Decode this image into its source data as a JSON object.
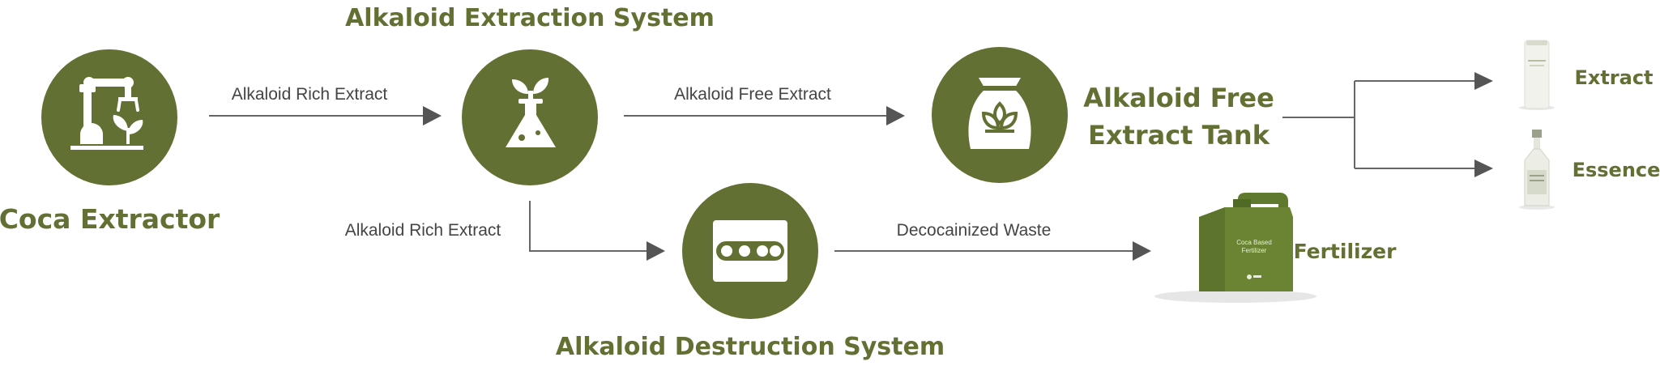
{
  "colors": {
    "primary": "#627033",
    "arrow": "#666666",
    "edge_text": "#444444",
    "white": "#ffffff",
    "bottle_light": "#eef0e8",
    "bottle_dark": "#d8dccb",
    "jug_green": "#5f7a2e"
  },
  "nodes": {
    "coca_extractor": {
      "label": "Coca Extractor",
      "icon": "robot-arm-plant-icon"
    },
    "extraction_system": {
      "label": "Alkaloid Extraction System",
      "icon": "plant-flask-icon"
    },
    "destruction_system": {
      "label": "Alkaloid Destruction System",
      "icon": "conveyor-belt-icon"
    },
    "free_extract_tank": {
      "label_line1": "Alkaloid Free",
      "label_line2": "Extract Tank",
      "icon": "sack-leaf-icon"
    },
    "extract": {
      "label": "Extract",
      "icon": "can-icon"
    },
    "essence": {
      "label": "Essence",
      "icon": "bottle-icon"
    },
    "fertilizer": {
      "label": "Fertilizer",
      "icon": "jug-icon",
      "jug_text_line1": "Coca Based",
      "jug_text_line2": "Fertilizer"
    }
  },
  "edges": {
    "e1": "Alkaloid Rich Extract",
    "e2": "Alkaloid Free Extract",
    "e3": "Alkaloid Rich Extract",
    "e4": "Decocainized Waste"
  }
}
